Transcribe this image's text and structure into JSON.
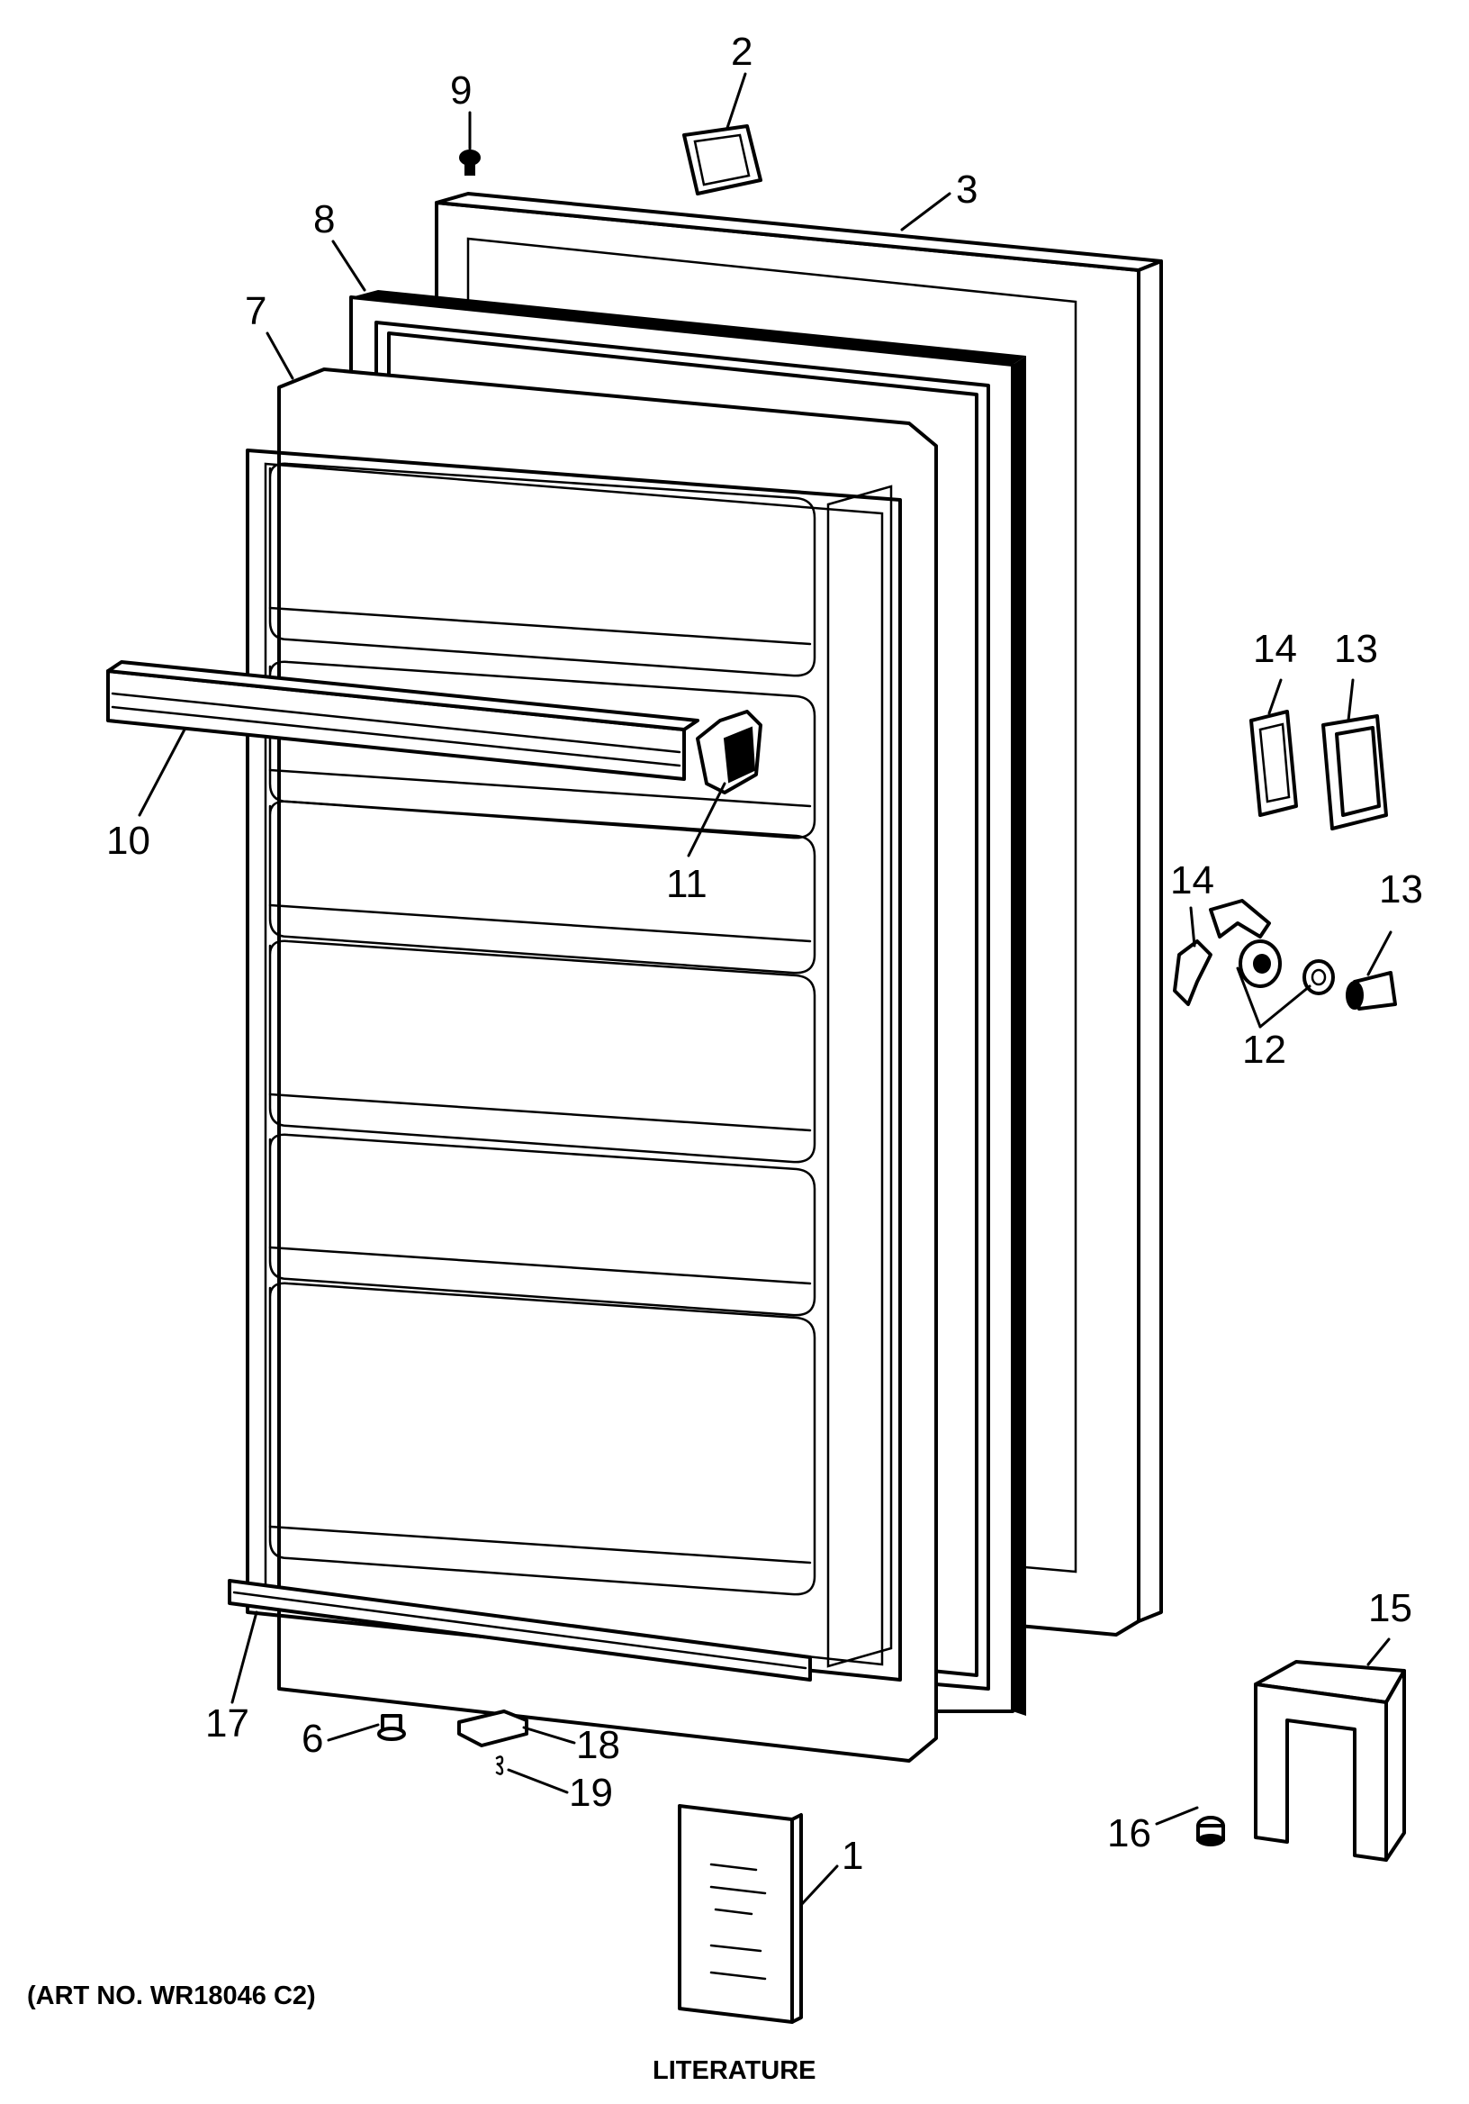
{
  "callouts": {
    "c1": "1",
    "c2": "2",
    "c3": "3",
    "c6": "6",
    "c7": "7",
    "c8": "8",
    "c9": "9",
    "c10": "10",
    "c11": "11",
    "c12": "12",
    "c13a": "13",
    "c13b": "13",
    "c14a": "14",
    "c14b": "14",
    "c15": "15",
    "c16": "16",
    "c17": "17",
    "c18": "18",
    "c19": "19"
  },
  "art_number": "(ART NO. WR18046 C2)",
  "literature_label": "LITERATURE"
}
